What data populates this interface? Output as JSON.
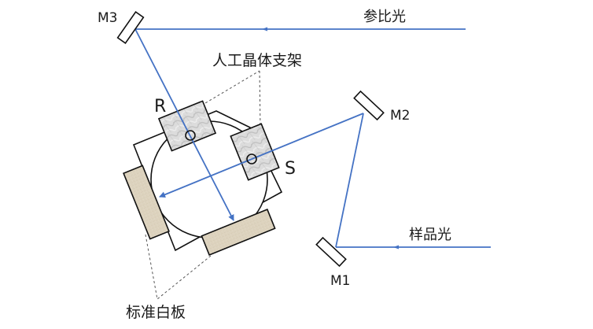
{
  "labels": {
    "m1": "M1",
    "m2": "M2",
    "m3": "M3",
    "reference_light": "参比光",
    "sample_light": "样品光",
    "crystal_holder": "人工晶体支架",
    "reference_port": "R",
    "sample_port": "S",
    "white_standard": "标准白板"
  },
  "colors": {
    "beam": "#4472c4",
    "white_board_fill": "#ddd3bf",
    "holder_fill": "#d9d9d9",
    "outline": "#111111"
  }
}
